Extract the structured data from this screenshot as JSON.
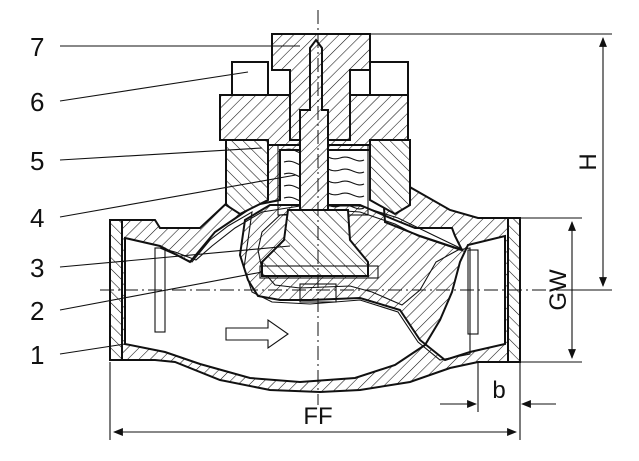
{
  "callouts": [
    {
      "id": "7",
      "label": "7"
    },
    {
      "id": "6",
      "label": "6"
    },
    {
      "id": "5",
      "label": "5"
    },
    {
      "id": "4",
      "label": "4"
    },
    {
      "id": "3",
      "label": "3"
    },
    {
      "id": "2",
      "label": "2"
    },
    {
      "id": "1",
      "label": "1"
    }
  ],
  "dimensions": {
    "height": "H",
    "thread": "GW",
    "face_to_face": "FF",
    "thread_length": "b"
  },
  "colors": {
    "line": "#111111",
    "background": "#ffffff"
  }
}
